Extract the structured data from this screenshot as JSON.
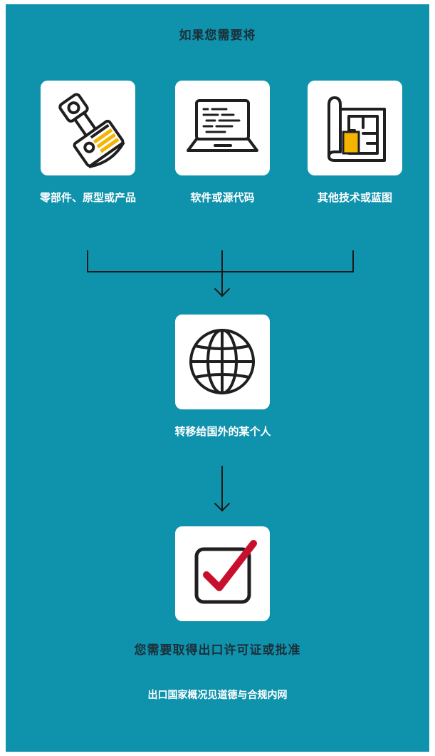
{
  "header": {
    "title": "如果您需要将"
  },
  "items": [
    {
      "label": "零部件、原型或产品",
      "icon": "engine-part-icon"
    },
    {
      "label": "软件或源代码",
      "icon": "laptop-code-icon"
    },
    {
      "label": "其他技术或蓝图",
      "icon": "blueprint-icon"
    }
  ],
  "transfer": {
    "label": "转移给国外的某个人",
    "icon": "globe-icon"
  },
  "result": {
    "text": "您需要取得出口许可证或批准",
    "icon": "checkbox-checked-icon"
  },
  "footnote": {
    "text": "出口国家概况见道德与合规内网"
  },
  "colors": {
    "background": "#0f93ad",
    "title_text": "#1b2f3a",
    "accent_yellow": "#f4b400",
    "accent_red": "#c8102e",
    "icon_stroke": "#1f1f1f"
  }
}
